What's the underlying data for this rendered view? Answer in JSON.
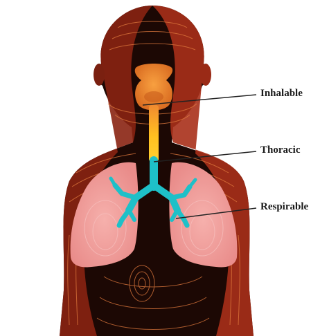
{
  "labels": {
    "inhalable": "Inhalable",
    "thoracic": "Thoracic",
    "respirable": "Respirable"
  },
  "colors": {
    "background": "#ffffff",
    "body_fill": "#a8301a",
    "body_shadow": "#1c0804",
    "contour_lines": "#e07a3e",
    "lungs": "#f0a0a0",
    "head_airway": "#f08a30",
    "trachea_upper": "#ffc020",
    "bronchi": "#1ec0c8",
    "leader_lines": "#222222"
  },
  "regions": [
    "head-airway",
    "trachea",
    "bronchi",
    "lungs"
  ]
}
